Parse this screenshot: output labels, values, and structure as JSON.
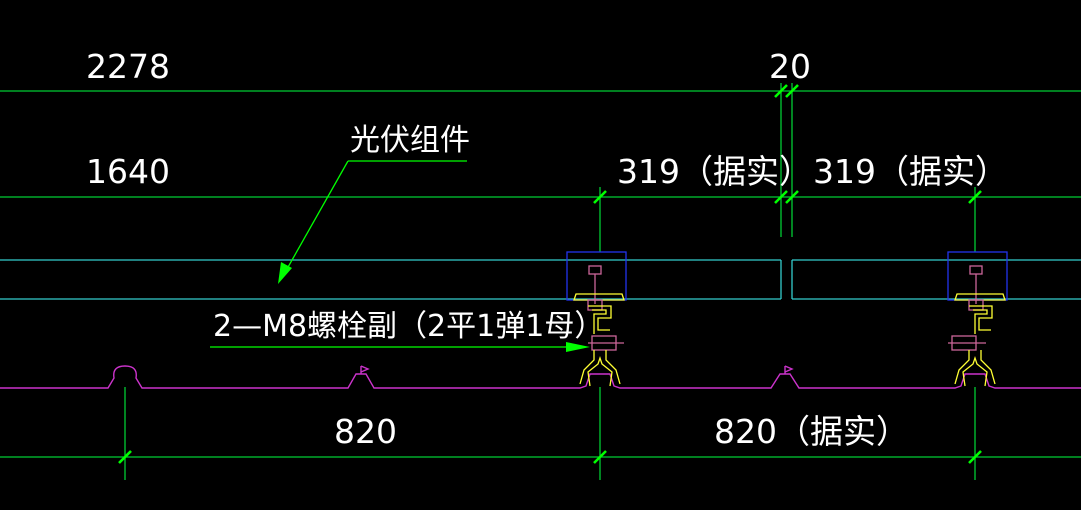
{
  "dimensions": {
    "overall_length": "2278",
    "panel_length": "1640",
    "panel_gap": "20",
    "left_offset": "319（据实）",
    "right_offset": "319（据实）",
    "rib_spacing_left": "820",
    "rib_spacing_right": "820（据实）"
  },
  "annotations": {
    "pv_module": "光伏组件",
    "bolt_spec": "2—M8螺栓副（2平1弹1母）"
  },
  "colors": {
    "background": "#000000",
    "dimension_line": "#00cc33",
    "leader": "#00ff00",
    "pv_panel": "#33cccc",
    "clamp_box": "#2233ee",
    "roof_sheet": "#cc33cc",
    "bracket": "#ffff33",
    "bolt": "#cc6699",
    "text": "#ffffff"
  }
}
